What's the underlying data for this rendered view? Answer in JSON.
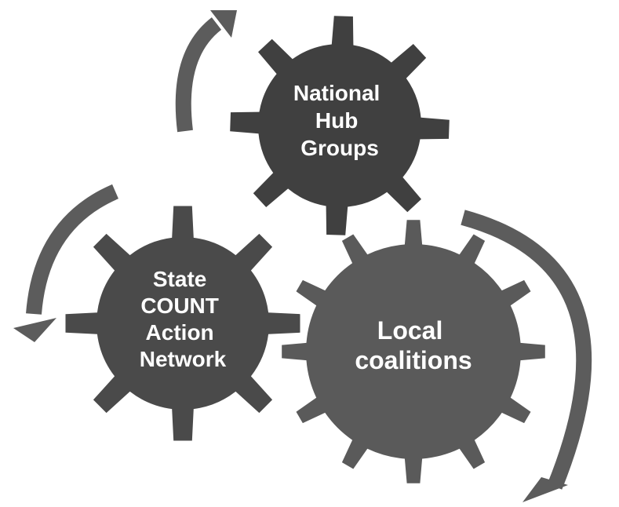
{
  "gears": [
    {
      "id": "national",
      "lines": [
        "National",
        "Hub",
        "Groups"
      ],
      "color": "#404040"
    },
    {
      "id": "state",
      "lines": [
        "State",
        "COUNT",
        "Action",
        "Network"
      ],
      "color": "#4a4a4a"
    },
    {
      "id": "local",
      "lines": [
        "Local",
        "coalitions"
      ],
      "color": "#5a5a5a"
    }
  ],
  "arrow_color": "#5c5c5c"
}
